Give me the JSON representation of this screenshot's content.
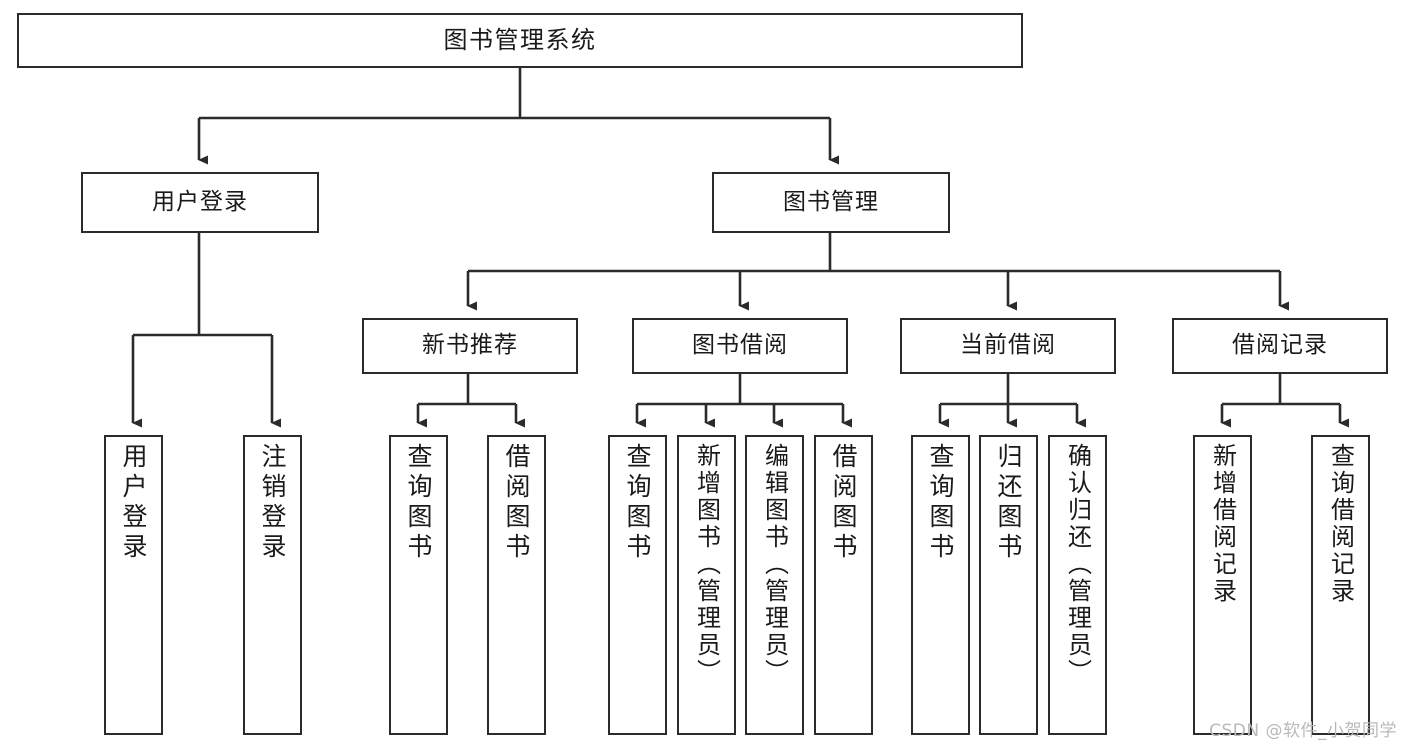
{
  "diagram": {
    "title": "图书管理系统",
    "watermark": "CSDN @软件_小贺同学",
    "line_color": "#2b2b2b",
    "box_fill": "#ffffff",
    "text_color": "#1a1a1a",
    "watermark_color": "#b9b9b9"
  },
  "root": {
    "label": "图书管理系统"
  },
  "level1": [
    {
      "label": "用户登录"
    },
    {
      "label": "图书管理"
    }
  ],
  "level2": [
    {
      "label": "新书推荐"
    },
    {
      "label": "图书借阅"
    },
    {
      "label": "当前借阅"
    },
    {
      "label": "借阅记录"
    }
  ],
  "leaves": [
    {
      "label": "用户登录",
      "parent": "用户登录"
    },
    {
      "label": "注销登录",
      "parent": "用户登录"
    },
    {
      "label": "查询图书",
      "parent": "新书推荐"
    },
    {
      "label": "借阅图书",
      "parent": "新书推荐"
    },
    {
      "label": "查询图书",
      "parent": "图书借阅"
    },
    {
      "label": "新增图书（管理员）",
      "parent": "图书借阅"
    },
    {
      "label": "编辑图书（管理员）",
      "parent": "图书借阅"
    },
    {
      "label": "借阅图书",
      "parent": "图书借阅"
    },
    {
      "label": "查询图书",
      "parent": "当前借阅"
    },
    {
      "label": "归还图书",
      "parent": "当前借阅"
    },
    {
      "label": "确认归还（管理员）",
      "parent": "当前借阅"
    },
    {
      "label": "新增借阅记录",
      "parent": "借阅记录"
    },
    {
      "label": "查询借阅记录",
      "parent": "借阅记录"
    }
  ],
  "chart_data": {
    "type": "tree-diagram",
    "title": "图书管理系统",
    "orientation": "top-down",
    "levels": 4,
    "nodes": [
      {
        "id": "root",
        "label": "图书管理系统",
        "level": 0,
        "parent": null
      },
      {
        "id": "l1-0",
        "label": "用户登录",
        "level": 1,
        "parent": "root"
      },
      {
        "id": "l1-1",
        "label": "图书管理",
        "level": 1,
        "parent": "root"
      },
      {
        "id": "l2-0",
        "label": "新书推荐",
        "level": 2,
        "parent": "l1-1"
      },
      {
        "id": "l2-1",
        "label": "图书借阅",
        "level": 2,
        "parent": "l1-1"
      },
      {
        "id": "l2-2",
        "label": "当前借阅",
        "level": 2,
        "parent": "l1-1"
      },
      {
        "id": "l2-3",
        "label": "借阅记录",
        "level": 2,
        "parent": "l1-1"
      },
      {
        "id": "l3-0",
        "label": "用户登录",
        "level": 3,
        "parent": "l1-0"
      },
      {
        "id": "l3-1",
        "label": "注销登录",
        "level": 3,
        "parent": "l1-0"
      },
      {
        "id": "l3-2",
        "label": "查询图书",
        "level": 3,
        "parent": "l2-0"
      },
      {
        "id": "l3-3",
        "label": "借阅图书",
        "level": 3,
        "parent": "l2-0"
      },
      {
        "id": "l3-4",
        "label": "查询图书",
        "level": 3,
        "parent": "l2-1"
      },
      {
        "id": "l3-5",
        "label": "新增图书（管理员）",
        "level": 3,
        "parent": "l2-1"
      },
      {
        "id": "l3-6",
        "label": "编辑图书（管理员）",
        "level": 3,
        "parent": "l2-1"
      },
      {
        "id": "l3-7",
        "label": "借阅图书",
        "level": 3,
        "parent": "l2-1"
      },
      {
        "id": "l3-8",
        "label": "查询图书",
        "level": 3,
        "parent": "l2-2"
      },
      {
        "id": "l3-9",
        "label": "归还图书",
        "level": 3,
        "parent": "l2-2"
      },
      {
        "id": "l3-10",
        "label": "确认归还（管理员）",
        "level": 3,
        "parent": "l2-2"
      },
      {
        "id": "l3-11",
        "label": "新增借阅记录",
        "level": 3,
        "parent": "l2-3"
      },
      {
        "id": "l3-12",
        "label": "查询借阅记录",
        "level": 3,
        "parent": "l2-3"
      }
    ]
  }
}
